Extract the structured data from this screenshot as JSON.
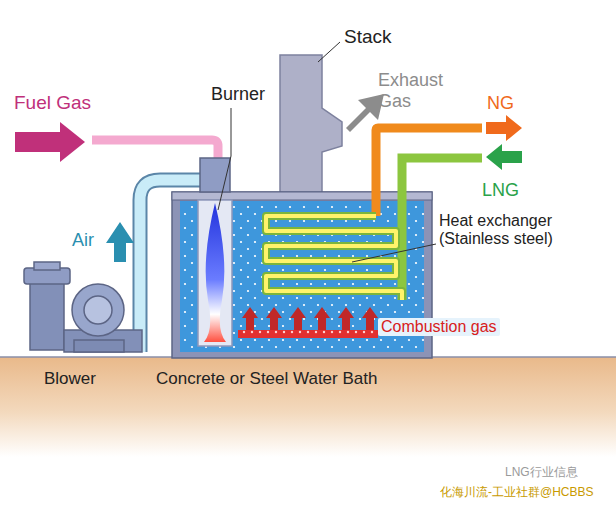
{
  "diagram": {
    "labels": [
      "Stack",
      "Fuel Gas",
      "Burner",
      "Exhaust Gas",
      "NG",
      "LNG",
      "Air",
      "Heat exchanger (Stainless steel)",
      "Combustion gas",
      "Blower",
      "Concrete or Steel Water Bath",
      "LNG行业信息",
      "化海川流-工业社群@HCBBS"
    ]
  }
}
